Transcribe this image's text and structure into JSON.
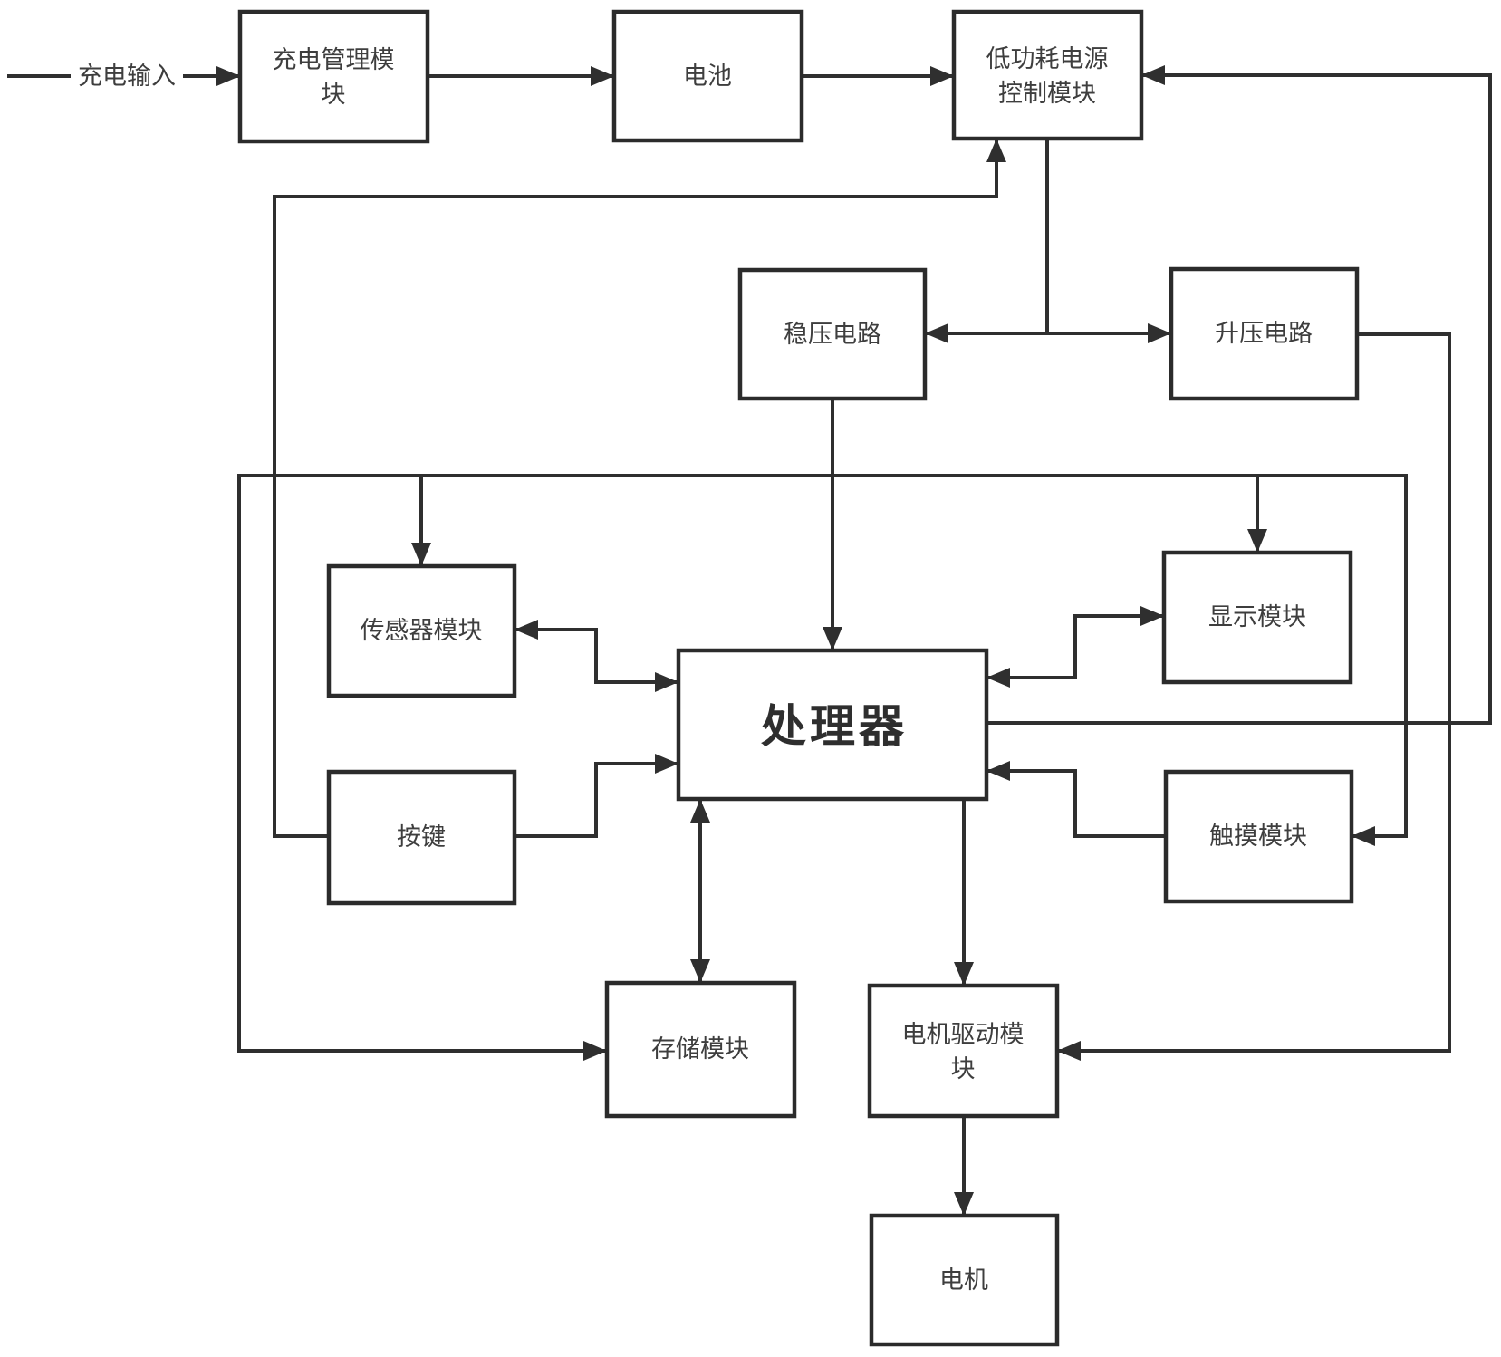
{
  "diagram": {
    "background_color": "#ffffff",
    "line_color": "#2f2f2f",
    "box_border_color": "#2b2b2b",
    "text_color": "#3e3e3e"
  },
  "nodes": {
    "charge_input": {
      "label": "充电输入"
    },
    "charge_mgmt": {
      "label": "充电管理模块",
      "line1": "充电管理模",
      "line2": "块"
    },
    "battery": {
      "label": "电池"
    },
    "low_power": {
      "label": "低功耗电源控制模块",
      "line1": "低功耗电源",
      "line2": "控制模块"
    },
    "regulator": {
      "label": "稳压电路"
    },
    "booster": {
      "label": "升压电路"
    },
    "sensor": {
      "label": "传感器模块"
    },
    "display": {
      "label": "显示模块"
    },
    "processor": {
      "label": "处理器"
    },
    "keys": {
      "label": "按键"
    },
    "touch": {
      "label": "触摸模块"
    },
    "storage": {
      "label": "存储模块"
    },
    "motor_driver": {
      "label": "电机驱动模块",
      "line1": "电机驱动模",
      "line2": "块"
    },
    "motor": {
      "label": "电机"
    }
  },
  "edges": [
    {
      "from": "充电输入",
      "to": "充电管理模块",
      "type": "arrow"
    },
    {
      "from": "充电管理模块",
      "to": "电池",
      "type": "arrow"
    },
    {
      "from": "电池",
      "to": "低功耗电源控制模块",
      "type": "arrow"
    },
    {
      "from": "处理器",
      "to": "低功耗电源控制模块",
      "type": "arrow"
    },
    {
      "from": "按键",
      "to": "低功耗电源控制模块",
      "type": "arrow"
    },
    {
      "from": "低功耗电源控制模块",
      "to": "稳压电路",
      "type": "arrow"
    },
    {
      "from": "低功耗电源控制模块",
      "to": "升压电路",
      "type": "arrow"
    },
    {
      "from": "稳压电路",
      "to": "处理器",
      "type": "arrow"
    },
    {
      "from": "稳压电路",
      "to": "传感器模块",
      "type": "arrow"
    },
    {
      "from": "稳压电路",
      "to": "显示模块",
      "type": "arrow"
    },
    {
      "from": "稳压电路",
      "to": "触摸模块",
      "type": "arrow"
    },
    {
      "from": "稳压电路",
      "to": "存储模块",
      "type": "arrow"
    },
    {
      "from": "传感器模块",
      "to": "处理器",
      "type": "double-arrow"
    },
    {
      "from": "按键",
      "to": "处理器",
      "type": "arrow"
    },
    {
      "from": "处理器",
      "to": "显示模块",
      "type": "double-arrow"
    },
    {
      "from": "触摸模块",
      "to": "处理器",
      "type": "arrow"
    },
    {
      "from": "处理器",
      "to": "存储模块",
      "type": "double-arrow"
    },
    {
      "from": "处理器",
      "to": "电机驱动模块",
      "type": "arrow"
    },
    {
      "from": "升压电路",
      "to": "电机驱动模块",
      "type": "arrow"
    },
    {
      "from": "电机驱动模块",
      "to": "电机",
      "type": "arrow"
    }
  ]
}
